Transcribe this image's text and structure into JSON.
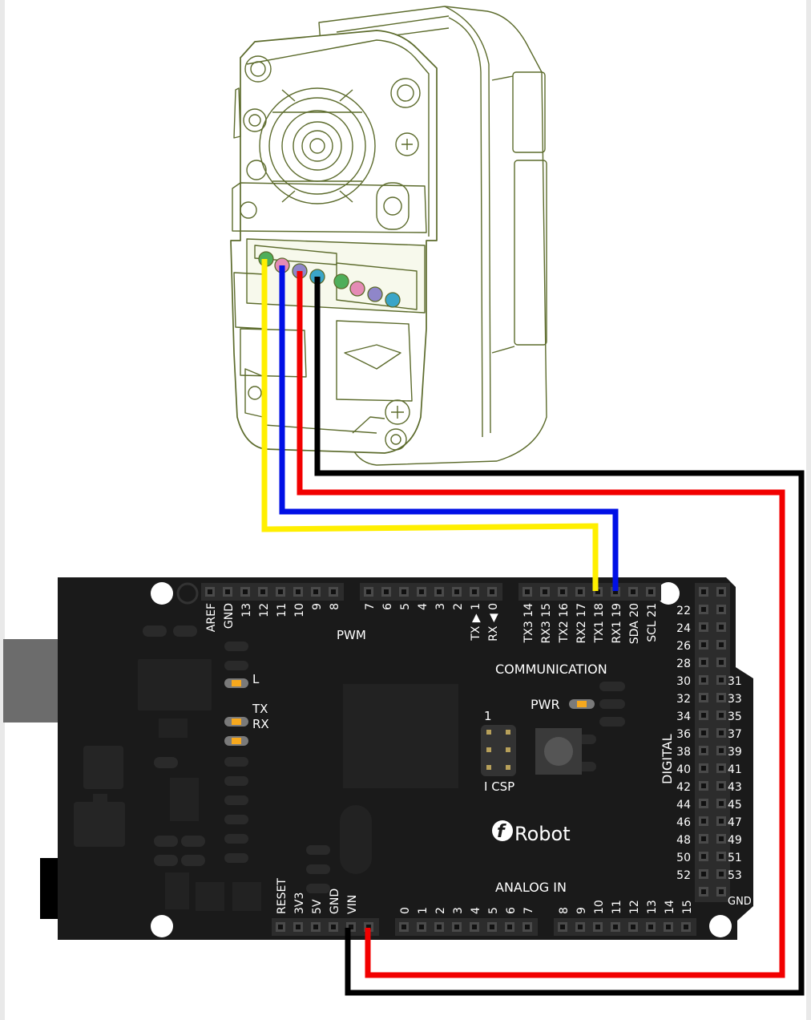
{
  "servo": {
    "pin_colors": [
      "#4fae5a",
      "#e58bb5",
      "#8f86c9",
      "#3aa5c8"
    ]
  },
  "board": {
    "brand": "Robot",
    "brand_glyph": "f",
    "labels": {
      "pwm": "PWM",
      "communication": "COMMUNICATION",
      "digital": "DIGITAL",
      "analog_in": "ANALOG IN",
      "pwr": "PWR",
      "l": "L",
      "tx": "TX",
      "rx": "RX",
      "icsp": "I CSP",
      "icsp_one": "1",
      "gnd_corner": "GND"
    },
    "top_left_header": [
      "AREF",
      "GND",
      "13",
      "12",
      "11",
      "10",
      "9",
      "8"
    ],
    "pwm_header": [
      "7",
      "6",
      "5",
      "4",
      "3",
      "2",
      "TX ▶ 1",
      "RX ◀ 0"
    ],
    "comm_header": [
      "TX3 14",
      "RX3 15",
      "TX2 16",
      "RX2 17",
      "TX1 18",
      "RX1 19",
      "SDA 20",
      "SCL 21"
    ],
    "power_header": [
      "RESET",
      "3V3",
      "5V",
      "GND",
      "VIN"
    ],
    "analog_low": [
      "0",
      "1",
      "2",
      "3",
      "4",
      "5",
      "6",
      "7"
    ],
    "analog_high": [
      "8",
      "9",
      "10",
      "11",
      "12",
      "13",
      "14",
      "15"
    ],
    "digital_even": [
      "22",
      "24",
      "26",
      "28",
      "30",
      "32",
      "34",
      "36",
      "38",
      "40",
      "42",
      "44",
      "46",
      "48",
      "50",
      "52"
    ],
    "digital_odd": [
      "31",
      "33",
      "35",
      "37",
      "39",
      "41",
      "43",
      "45",
      "47",
      "49",
      "51",
      "53"
    ]
  },
  "wires": {
    "yellow": "#ffef00",
    "blue": "#0010e6",
    "red": "#f20000",
    "black": "#000000"
  }
}
